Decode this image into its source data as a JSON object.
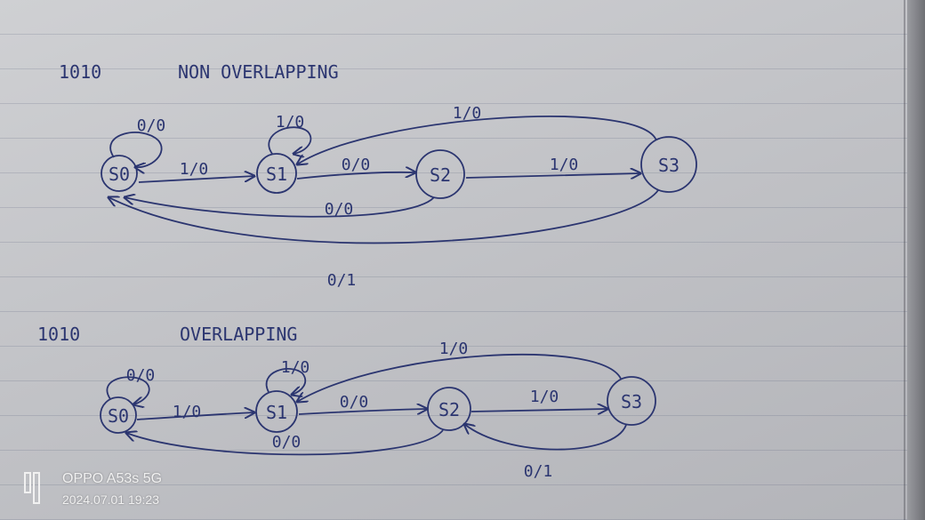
{
  "diagrams": [
    {
      "id": "non_overlapping",
      "sequence_label": "1010",
      "title": "NON OVERLAPPING",
      "states": [
        "S0",
        "S1",
        "S2",
        "S3"
      ],
      "transitions": [
        {
          "from": "S0",
          "to": "S0",
          "label": "0/0"
        },
        {
          "from": "S0",
          "to": "S1",
          "label": "1/0"
        },
        {
          "from": "S1",
          "to": "S1",
          "label": "1/0"
        },
        {
          "from": "S1",
          "to": "S2",
          "label": "0/0"
        },
        {
          "from": "S2",
          "to": "S0",
          "label": "0/0"
        },
        {
          "from": "S2",
          "to": "S3",
          "label": "1/0"
        },
        {
          "from": "S3",
          "to": "S1",
          "label": "1/0"
        },
        {
          "from": "S3",
          "to": "S0",
          "label": "0/1"
        }
      ]
    },
    {
      "id": "overlapping",
      "sequence_label": "1010",
      "title": "OVERLAPPING",
      "states": [
        "S0",
        "S1",
        "S2",
        "S3"
      ],
      "transitions": [
        {
          "from": "S0",
          "to": "S0",
          "label": "0/0"
        },
        {
          "from": "S0",
          "to": "S1",
          "label": "1/0"
        },
        {
          "from": "S1",
          "to": "S1",
          "label": "1/0"
        },
        {
          "from": "S1",
          "to": "S2",
          "label": "0/0"
        },
        {
          "from": "S2",
          "to": "S0",
          "label": "0/0"
        },
        {
          "from": "S2",
          "to": "S3",
          "label": "1/0"
        },
        {
          "from": "S3",
          "to": "S1",
          "label": "1/0"
        },
        {
          "from": "S3",
          "to": "S2",
          "label": "0/1"
        }
      ]
    }
  ],
  "watermark": {
    "model": "OPPO A53s 5G",
    "datetime": "2024.07.01 19:23"
  },
  "colors": {
    "ink": "#2b3570",
    "paper": "#c6c7cb"
  },
  "icons": {
    "watermark_logo": "oppo-logo-icon"
  }
}
